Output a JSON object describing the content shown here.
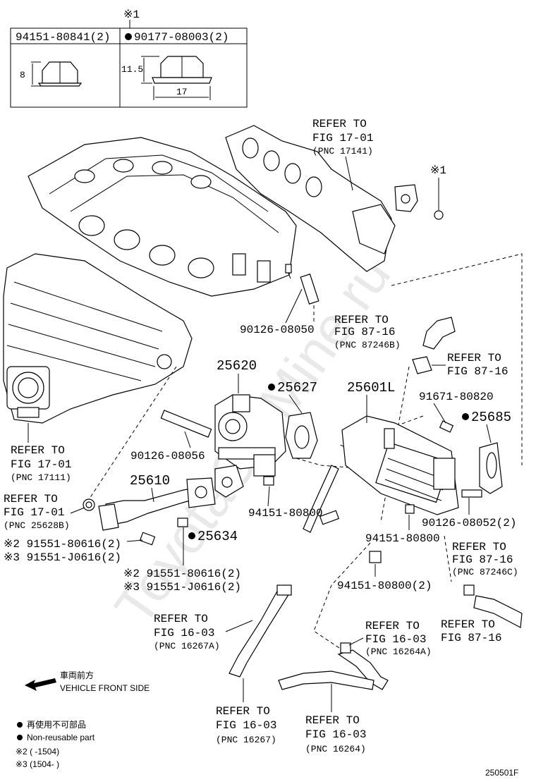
{
  "watermark": "ToyotaCarMine.ru",
  "note_mark": "※1",
  "table": {
    "col1_part": "94151-80841(2)",
    "col2_part": "90177-08003(2)",
    "dim_height_1": "8",
    "dim_height_2": "11.5",
    "dim_width_2": "17"
  },
  "refers": {
    "fig17_01_manifold": [
      "REFER TO",
      "FIG 17-01",
      "(PNC 17141)"
    ],
    "fig17_01_intake": [
      "REFER TO",
      "FIG 17-01",
      "(PNC 17111)"
    ],
    "fig17_01_gasket": [
      "REFER TO",
      "FIG 17-01",
      "(PNC 25628B)"
    ],
    "fig87_16_b": [
      "REFER TO",
      "FIG 87-16",
      "(PNC 87246B)"
    ],
    "fig87_16_right": [
      "REFER TO",
      "FIG 87-16"
    ],
    "fig87_16_c": [
      "REFER TO",
      "FIG 87-16",
      "(PNC 87246C)"
    ],
    "fig87_16_bottom": [
      "REFER TO",
      "FIG 87-16"
    ],
    "fig16_03_a": [
      "REFER TO",
      "FIG 16-03",
      "(PNC 16267A)"
    ],
    "fig16_03_264a": [
      "REFER TO",
      "FIG 16-03",
      "(PNC 16264A)"
    ],
    "fig16_03_267": [
      "REFER TO",
      "FIG 16-03",
      "(PNC 16267)"
    ],
    "fig16_03_264": [
      "REFER TO",
      "FIG 16-03",
      "(PNC 16264)"
    ]
  },
  "parts": {
    "p_90126_08050": "90126-08050",
    "p_25620": "25620",
    "p_25627": "25627",
    "p_25601L": "25601L",
    "p_91671_80820": "91671-80820",
    "p_25685": "25685",
    "p_90126_08056": "90126-08056",
    "p_25610": "25610",
    "p_94151_80800_a": "94151-80800",
    "p_90126_08052": "90126-08052(2)",
    "p_94151_80800_b": "94151-80800",
    "p_25634": "25634",
    "p_91551_80616_a": "※2 91551-80616(2)",
    "p_91551_J0616_a": "※3 91551-J0616(2)",
    "p_91551_80616_b": "※2 91551-80616(2)",
    "p_91551_J0616_b": "※3 91551-J0616(2)",
    "p_94151_80800_c": "94151-80800(2)",
    "p_note_mark_2": "※1"
  },
  "legend": {
    "front_jp": "車両前方",
    "front_en": "VEHICLE FRONT SIDE",
    "nonreuse_jp": "再使用不可部品",
    "nonreuse_en": "Non-reusable part",
    "note2": "※2 (     -1504)",
    "note3": "※3 (1504-     )"
  },
  "figure_code": "250501F"
}
